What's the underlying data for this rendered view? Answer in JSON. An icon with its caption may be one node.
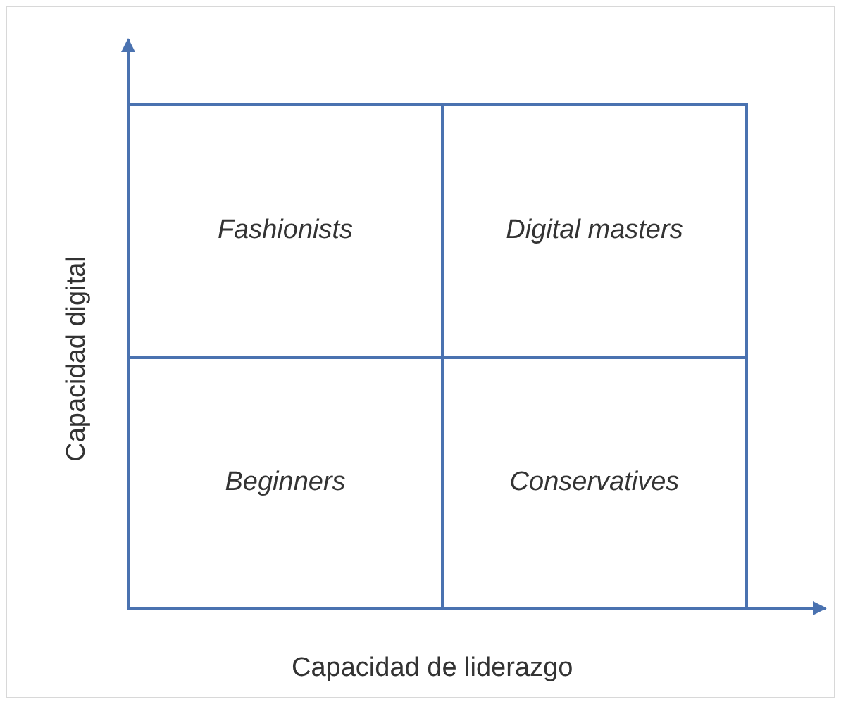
{
  "diagram": {
    "nodes": [
      {
        "text": [
          "Fashionists"
        ]
      },
      {
        "text": [
          "Digital masters"
        ]
      },
      {
        "text": [
          "Beginners"
        ]
      },
      {
        "text": [
          "Conservatives"
        ]
      }
    ],
    "labels": [
      "Capacidad digital",
      "Capacidad de liderazgo"
    ]
  }
}
